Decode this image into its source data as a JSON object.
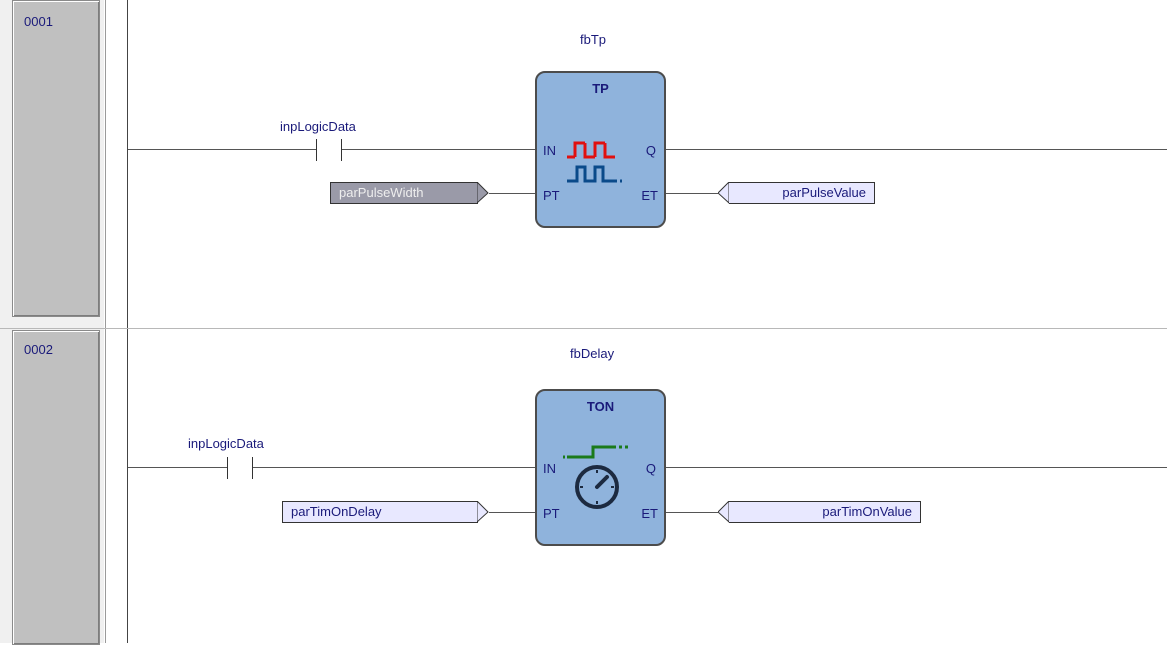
{
  "networks": [
    {
      "number": "0001",
      "instance": "fbTp",
      "block_type": "TP",
      "contact_label": "inpLogicData",
      "pins": {
        "in": "IN",
        "pt": "PT",
        "q": "Q",
        "et": "ET"
      },
      "pt_var": "parPulseWidth",
      "et_var": "parPulseValue",
      "icon": "pulse-timer-icon"
    },
    {
      "number": "0002",
      "instance": "fbDelay",
      "block_type": "TON",
      "contact_label": "inpLogicData",
      "pins": {
        "in": "IN",
        "pt": "PT",
        "q": "Q",
        "et": "ET"
      },
      "pt_var": "parTimOnDelay",
      "et_var": "parTimOnValue",
      "icon": "on-delay-timer-icon"
    }
  ],
  "colors": {
    "block_fill": "#8fb3dc",
    "pulse_red": "#e01010",
    "pulse_blue": "#0a4a8a",
    "delay_green": "#1a7a1a",
    "text": "#1a1a7a"
  }
}
